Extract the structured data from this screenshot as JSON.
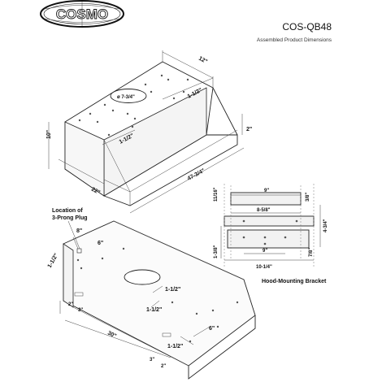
{
  "header": {
    "brand": "COSMO",
    "model": "COS-QB48",
    "subtitle": "Assembled Product Dimensions"
  },
  "top_view": {
    "width": "12\"",
    "duct": "ø 7-3/4\"",
    "duct_offset_right": "1-1/2\"",
    "duct_offset_front": "1-1/2\"",
    "lip": "2\"",
    "height": "10\"",
    "depth": "22\"",
    "length": "47-3/4\""
  },
  "bottom_view": {
    "plug_label_line1": "Location of",
    "plug_label_line2": "3-Prong Plug",
    "plug_x": "8\"",
    "plug_y": "6\"",
    "plug_edge": "1-1/2\"",
    "duct_off_a": "1-1/2\"",
    "duct_off_b": "1-1/2\"",
    "slot_a": "2\"",
    "slot_b": "3\"",
    "slot_span": "30\"",
    "slot_c": "3\"",
    "slot_d": "2\"",
    "right_edge": "1-1/2\"",
    "right_depth": "6\""
  },
  "bracket": {
    "caption": "Hood-Mounting Bracket",
    "top_width": "9\"",
    "top_left": "11/16\"",
    "top_right": "3/8\"",
    "inner_width": "8-5/8\"",
    "side_height": "4-3/4\"",
    "left_height": "1-3/8\"",
    "right_height": "7/8\"",
    "bottom_width": "9\"",
    "full_width": "10-1/4\""
  },
  "colors": {
    "ink": "#111111",
    "line": "#222222"
  }
}
